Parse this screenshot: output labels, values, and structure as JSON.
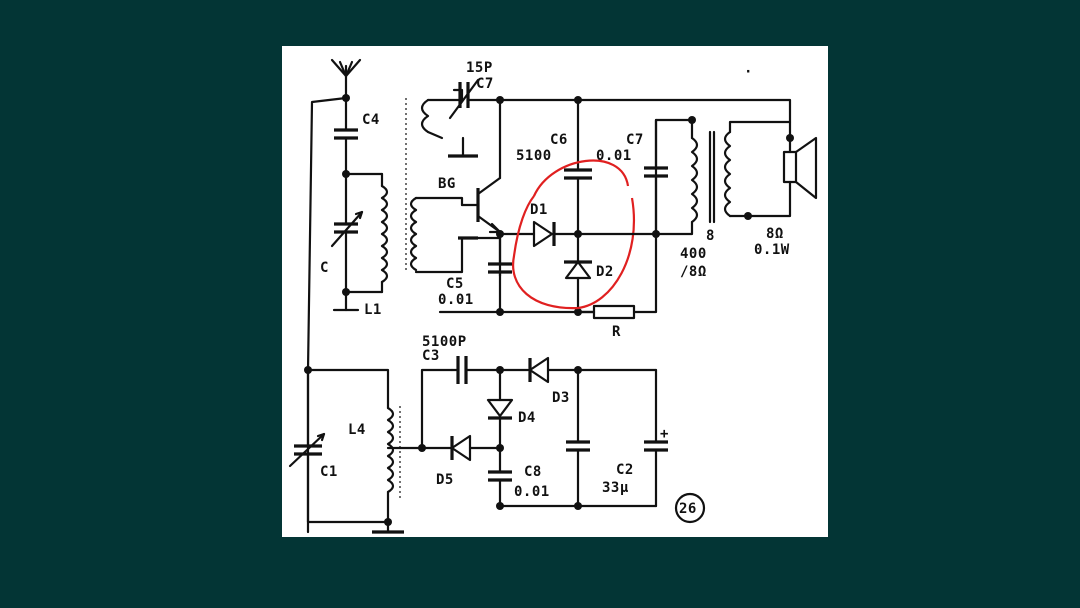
{
  "diagram": {
    "labels": {
      "c4": "C4",
      "c": "C",
      "l1": "L1",
      "c7_top_value": "15P",
      "c7_top": "C7",
      "bg": "BG",
      "c6": "C6",
      "c6_value": "5100",
      "c7_right": "C7",
      "c7_right_value": "0.01",
      "d1": "D1",
      "d2": "D2",
      "c5": "C5",
      "c5_value": "0.01",
      "transformer_ratio": "8",
      "transformer_primary": "400",
      "transformer_secondary": "/8Ω",
      "speaker_impedance": "8Ω",
      "speaker_power": "0.1W",
      "r": "R",
      "c3_value": "5100P",
      "c3": "C3",
      "d3": "D3",
      "d4": "D4",
      "l4": "L4",
      "c1": "C1",
      "d5": "D5",
      "c8": "C8",
      "c8_value": "0.01",
      "c2": "C2",
      "c2_value": "33μ",
      "c2_polarity": "+",
      "figure_number": "26",
      "dot_mark": "·"
    },
    "highlight_color": "#e02020",
    "background_color": "#033535"
  }
}
